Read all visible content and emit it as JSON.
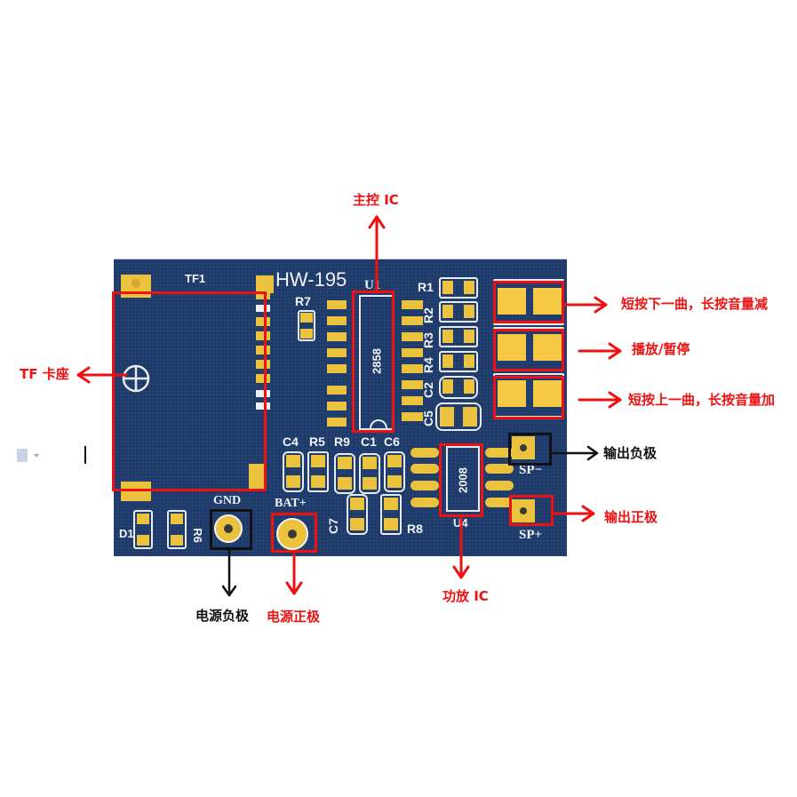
{
  "board": {
    "model": "HW-195",
    "silkscreen": {
      "tf1": "TF1",
      "r7": "R7",
      "u1": "U1",
      "r1": "R1",
      "r2": "R2",
      "r3": "R3",
      "r4": "R4",
      "c2": "C2",
      "c5": "C5",
      "c4": "C4",
      "r5": "R5",
      "r9": "R9",
      "c1": "C1",
      "c6": "C6",
      "c7": "C7",
      "r8": "R8",
      "u4": "U4",
      "d1": "D1",
      "r6": "R6",
      "gnd": "GND",
      "bat_plus": "BAT+",
      "sp_minus": "SP−",
      "sp_plus": "SP+"
    },
    "chip_main": "2858",
    "chip_amp": "2008"
  },
  "annotations": {
    "main_ic": "主控 IC",
    "tf_socket": "TF 卡座",
    "btn_next": "短按下一曲，长按音量减",
    "btn_play": "播放/暂停",
    "btn_prev": "短按上一曲，长按音量加",
    "out_negative": "输出负极",
    "out_positive": "输出正极",
    "amp_ic": "功放 IC",
    "power_negative": "电源负极",
    "power_positive": "电源正极"
  },
  "colors": {
    "pcb": "#1d3a6a",
    "pad": "#eac23e",
    "highlight_red": "#ee1111",
    "highlight_black": "#111111"
  },
  "icons": {
    "doc": "document-icon",
    "caret": "dropdown-caret-icon"
  }
}
